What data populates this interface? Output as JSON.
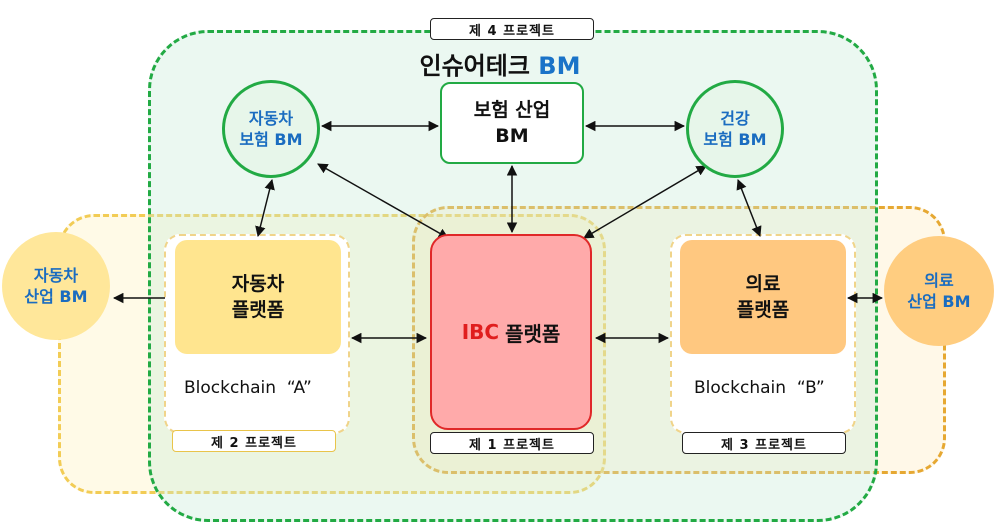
{
  "title": {
    "main": "인슈어테크",
    "bm": "BM"
  },
  "projects": {
    "p1": "제 1 프로젝트",
    "p2": "제 2 프로젝트",
    "p3": "제 3 프로젝트",
    "p4": "제 4 프로젝트"
  },
  "nodes": {
    "auto_insurance_bm": "자동차\n보험 BM",
    "health_insurance_bm": "건강\n보험 BM",
    "insurance_industry_bm": {
      "line1": "보험 산업",
      "line2": "BM"
    },
    "auto_industry_bm": "자동차\n산업 BM",
    "medical_industry_bm": "의료\n산업 BM",
    "auto_platform": {
      "line1": "자동차",
      "line2": "플랫폼"
    },
    "medical_platform": {
      "line1": "의료",
      "line2": "플랫폼"
    },
    "ibc_platform": {
      "ibc": "IBC",
      "rest": "플랫폼"
    }
  },
  "blockchains": {
    "a": "Blockchain  “A”",
    "b": "Blockchain  “B”"
  },
  "colors": {
    "project4_region": "#22aa44",
    "project2_region": "#f2cc55",
    "project3_region": "#e6a832",
    "ibc_border": "#e02828",
    "bm_text": "#1a73c8"
  }
}
